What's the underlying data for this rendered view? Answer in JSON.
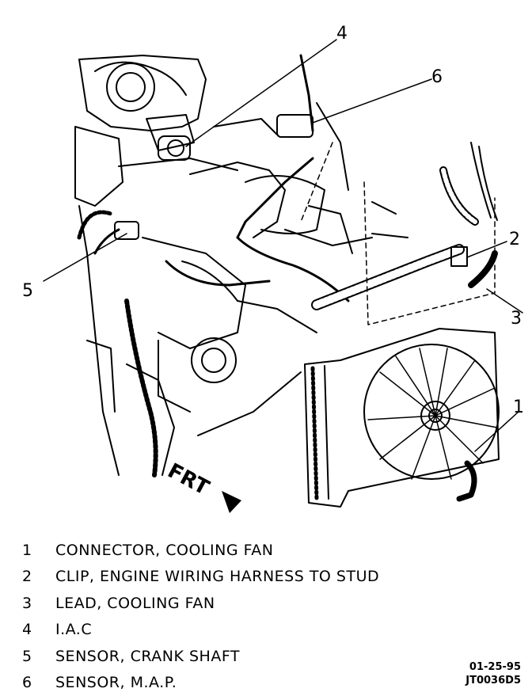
{
  "callouts": [
    "1",
    "2",
    "3",
    "4",
    "5",
    "6"
  ],
  "direction_label": "FRT",
  "legend": [
    {
      "num": "1",
      "text": "CONNECTOR, COOLING FAN"
    },
    {
      "num": "2",
      "text": "CLIP, ENGINE WIRING HARNESS TO STUD"
    },
    {
      "num": "3",
      "text": "LEAD, COOLING FAN"
    },
    {
      "num": "4",
      "text": "I.A.C"
    },
    {
      "num": "5",
      "text": "SENSOR, CRANK SHAFT"
    },
    {
      "num": "6",
      "text": "SENSOR, M.A.P."
    }
  ],
  "date_code": "01-25-95",
  "figure_code": "JT0036D5"
}
